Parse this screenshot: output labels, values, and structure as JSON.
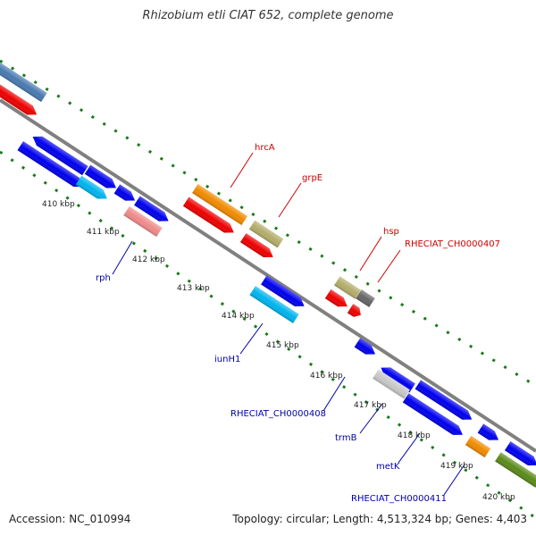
{
  "title": "Rhizobium etli CIAT 652, complete genome",
  "footer": {
    "accession": "Accession: NC_010994",
    "topology": "Topology: circular; Length: 4,513,324 bp; Genes: 4,403"
  },
  "kbp_labels": [
    "410 kbp",
    "411 kbp",
    "412 kbp",
    "413 kbp",
    "414 kbp",
    "415 kbp",
    "416 kbp",
    "417 kbp",
    "418 kbp",
    "419 kbp",
    "420 kbp"
  ],
  "gene_labels": {
    "forward": [
      "hrcA",
      "grpE",
      "hsp",
      "RHECIAT_CH0000407"
    ],
    "reverse": [
      "rph",
      "iunH1",
      "RHECIAT_CH0000408",
      "trmB",
      "metK",
      "RHECIAT_CH0000411"
    ]
  },
  "colors": {
    "forward_label": "#cc0000",
    "reverse_label": "#0000aa",
    "backbone": "#808080",
    "dots": "#1a7a1a",
    "blue": "#0000ee",
    "red": "#ee0000",
    "cyan": "#00b4ee",
    "orange": "#f08a00",
    "khaki": "#b3ad6a",
    "salmon": "#f08a8a",
    "gray": "#666666",
    "silver": "#c8c8c8",
    "olive": "#5a8a1a",
    "steel": "#4a7ab0"
  }
}
